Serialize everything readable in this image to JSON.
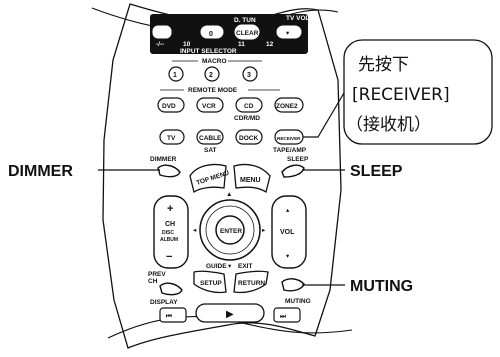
{
  "buttons": {
    "clear": "CLEAR",
    "zero": "0",
    "tv_vol": "TV VOL",
    "d_tun": "D. TUN",
    "input_selector": "INPUT SELECTOR",
    "ten_label": "10",
    "eleven_label": "11",
    "twelve_label": "12",
    "dashes_label": "-/--",
    "macro": "MACRO",
    "macro_1": "1",
    "macro_2": "2",
    "macro_3": "3",
    "remote_mode": "REMOTE MODE",
    "dvd": "DVD",
    "vcr": "VCR",
    "cd": "CD",
    "cdr_md": "CDR/MD",
    "zone2": "ZONE2",
    "tv": "TV",
    "cable": "CABLE",
    "sat": "SAT",
    "dock": "DOCK",
    "receiver": "RECEIVER",
    "tape_amp": "TAPE/AMP",
    "dimmer_small": "DIMMER",
    "sleep_small": "SLEEP",
    "top_menu": "TOP MENU",
    "menu": "MENU",
    "ch_plus": "+",
    "ch": "CH",
    "disc": "DISC",
    "album": "ALBUM",
    "ch_minus": "−",
    "enter": "ENTER",
    "vol": "VOL",
    "guide": "GUIDE",
    "exit": "EXIT",
    "setup": "SETUP",
    "return": "RETURN",
    "prev": "PREV",
    "ch_small": "CH",
    "display": "DISPLAY",
    "muting_small": "MUTING"
  },
  "callouts": {
    "dimmer": "DIMMER",
    "sleep": "SLEEP",
    "muting": "MUTING"
  },
  "note": {
    "line1": "先按下",
    "line2": "[RECEIVER]",
    "line3": "（接收机）"
  }
}
